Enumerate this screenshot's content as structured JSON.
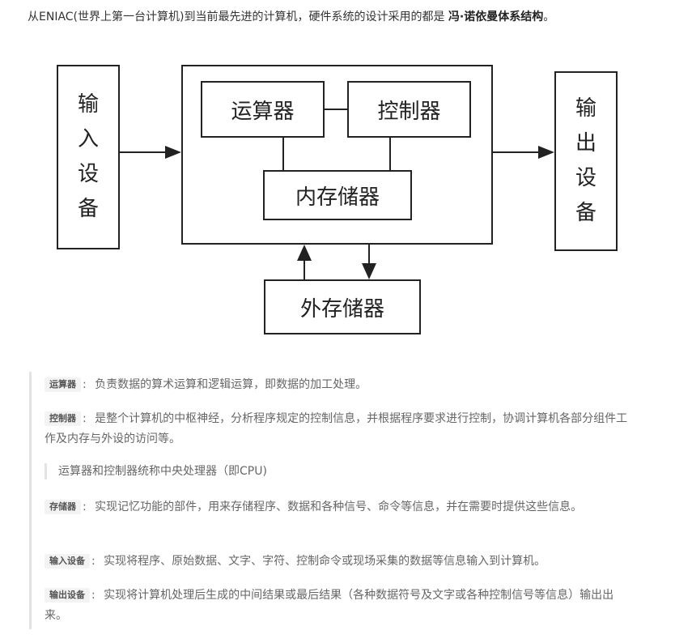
{
  "intro": {
    "text": "从ENIAC(世界上第一台计算机)到当前最先进的计算机，硬件系统的设计采用的都是 ",
    "bold": "冯·诺依曼体系结构",
    "end": "。"
  },
  "diagram": {
    "input_chars": [
      "输",
      "入",
      "设",
      "备"
    ],
    "output_chars": [
      "输",
      "出",
      "设",
      "备"
    ],
    "alu": "运算器",
    "controller": "控制器",
    "memory": "内存储器",
    "external_storage": "外存储器"
  },
  "definitions": [
    {
      "tag": "运算器",
      "text": "负责数据的算术运算和逻辑运算，即数据的加工处理。"
    },
    {
      "tag": "控制器",
      "text": "是整个计算机的中枢神经，分析程序规定的控制信息，并根据程序要求进行控制，协调计算机各部分组件工作及内存与外设的访问等。"
    },
    {
      "tag": "存储器",
      "text": "实现记忆功能的部件，用来存储程序、数据和各种信号、命令等信息，并在需要时提供这些信息。"
    },
    {
      "tag": "输入设备",
      "text": "实现将程序、原始数据、文字、字符、控制命令或现场采集的数据等信息输入到计算机。"
    },
    {
      "tag": "输出设备",
      "text": "实现将计算机处理后生成的中间结果或最后结果（各种数据符号及文字或各种控制信号等信息）输出出来。"
    }
  ],
  "cpu_note": "运算器和控制器统称中央处理器（即CPU)",
  "separator": ":"
}
